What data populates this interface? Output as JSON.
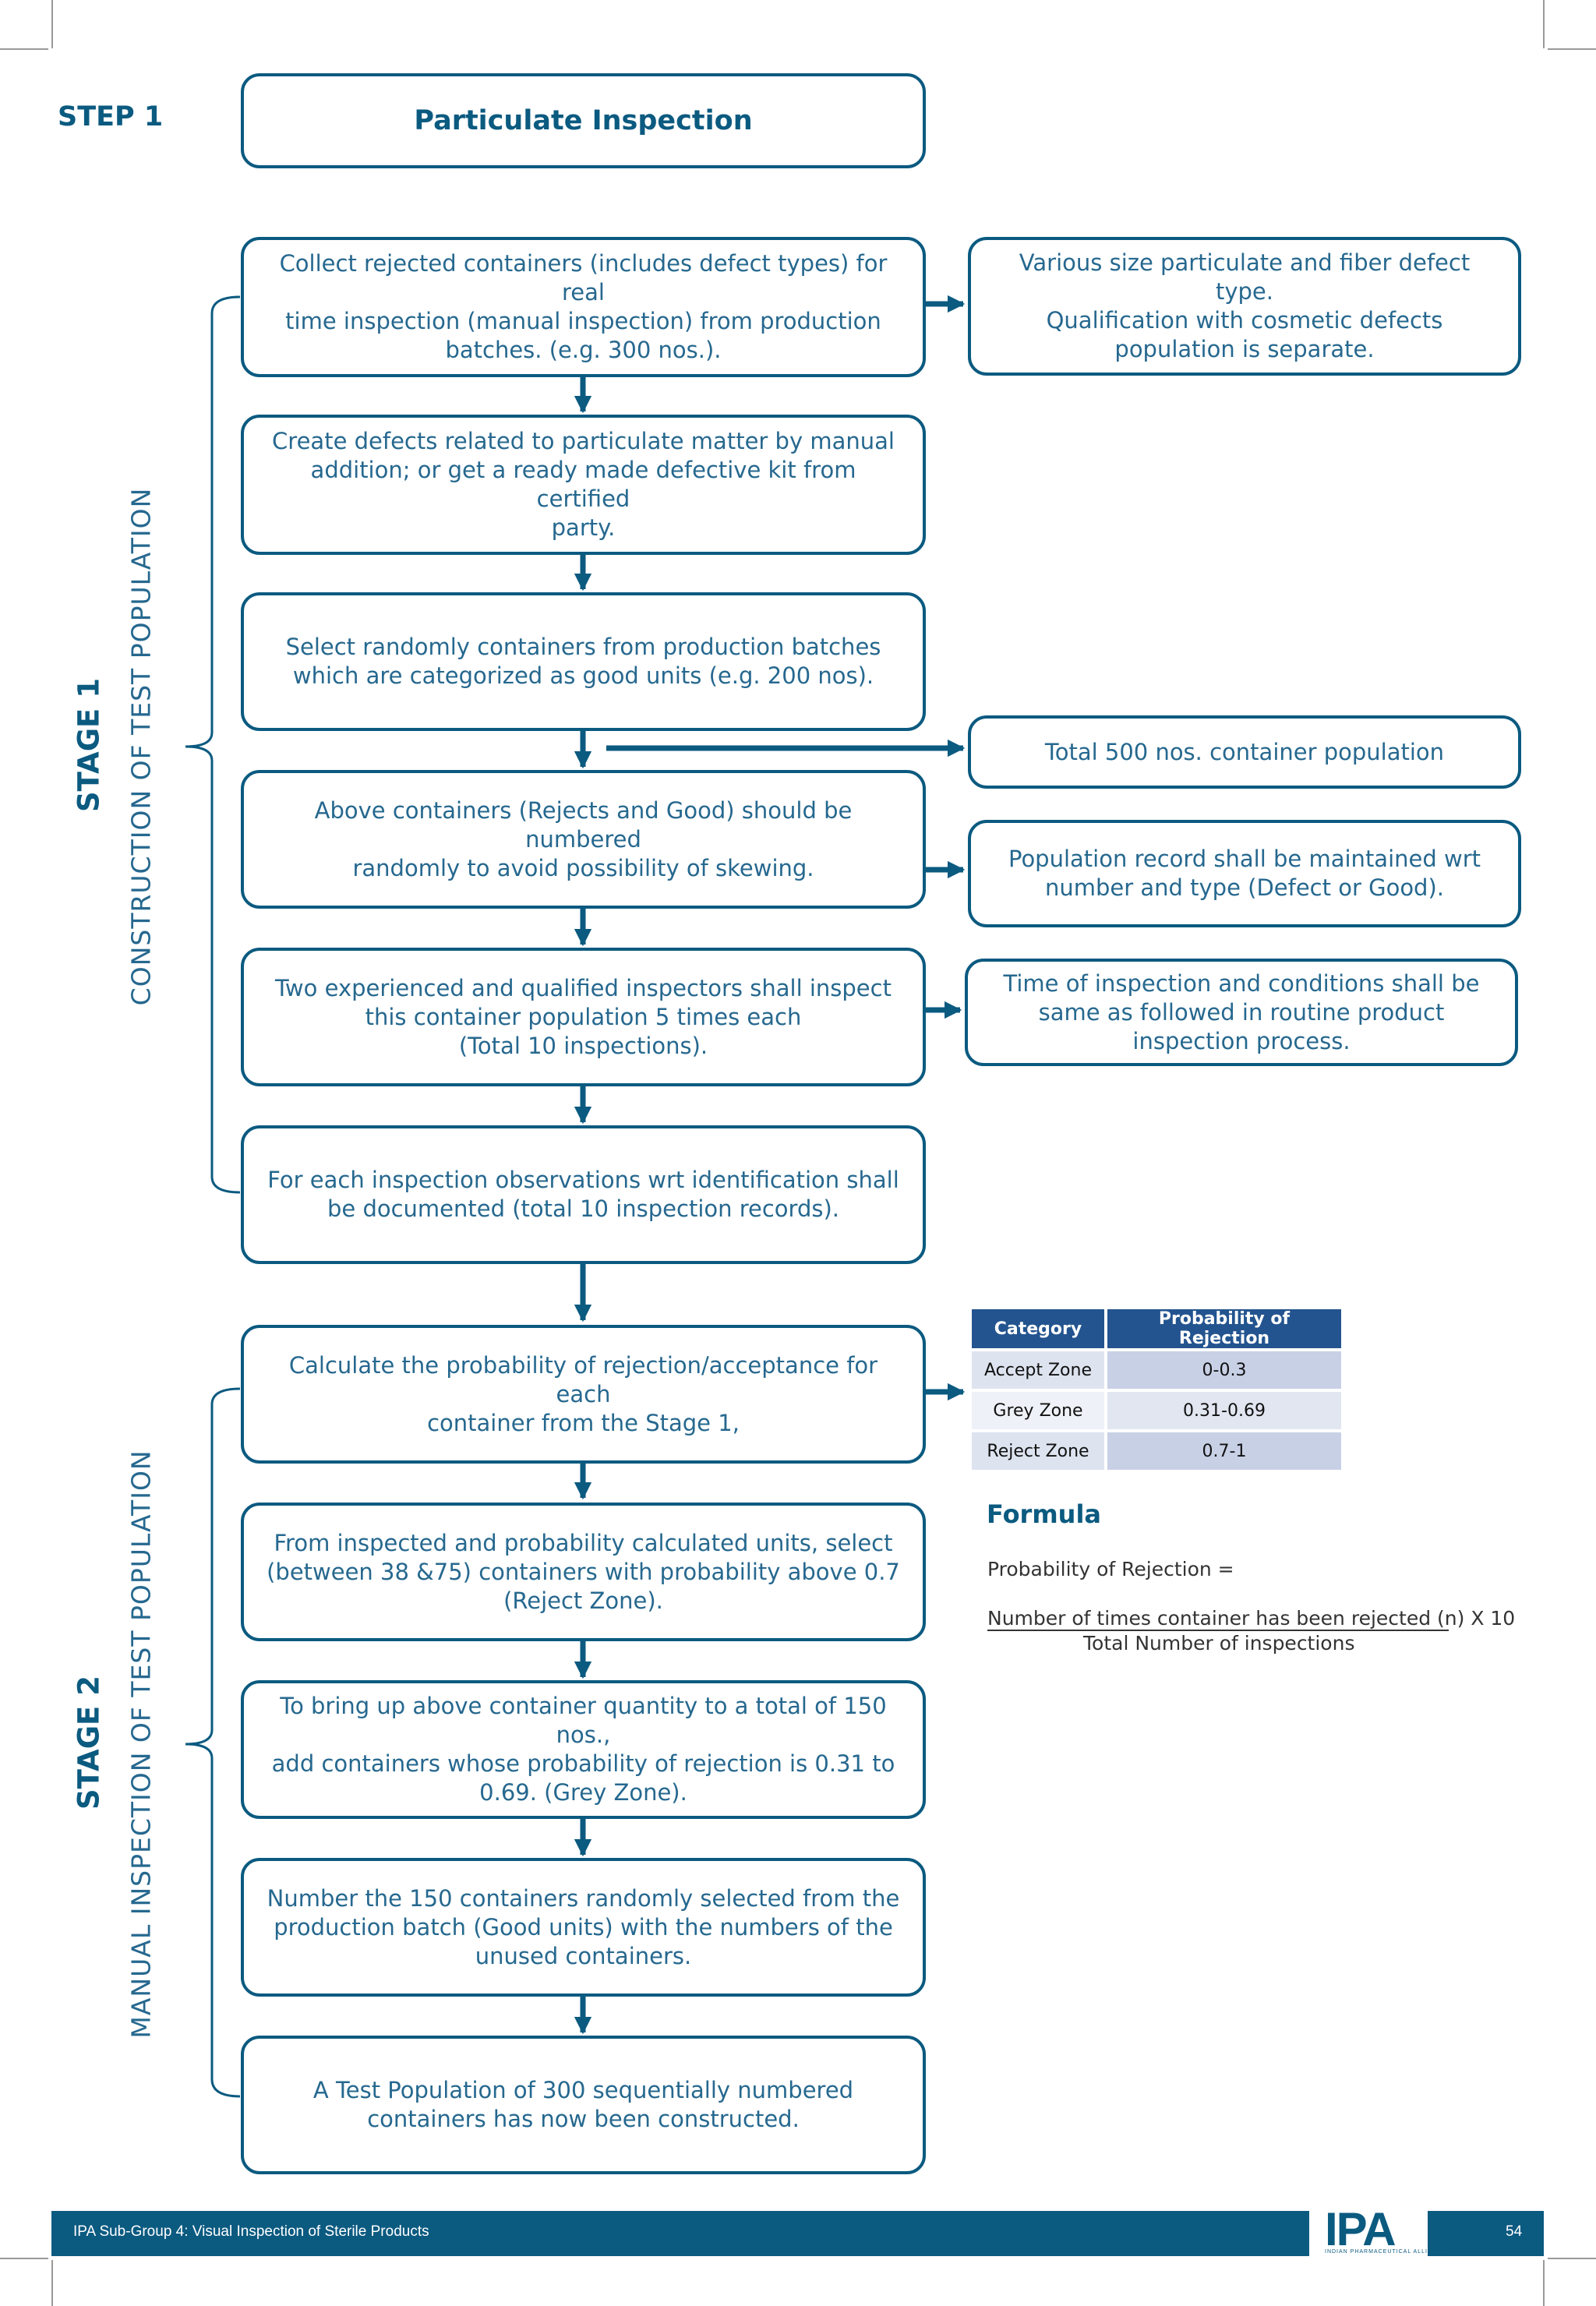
{
  "step": "STEP 1",
  "title": "Particulate Inspection",
  "stage1": {
    "label": "STAGE 1",
    "subtitle": "CONSTRUCTION OF TEST POPULATION"
  },
  "stage2": {
    "label": "STAGE 2",
    "subtitle": "MANUAL INSPECTION OF TEST POPULATION"
  },
  "flow": {
    "s1": "Collect rejected containers (includes defect types) for real\ntime inspection (manual inspection) from production\nbatches. (e.g. 300 nos.).",
    "s2": "Create defects related to particulate matter by manual\naddition; or get a ready made defective kit from certified\nparty.",
    "s3": "Select randomly containers from production batches\nwhich are categorized as good units  (e.g. 200 nos).",
    "s4": "Above containers (Rejects and Good) should be numbered\nrandomly to avoid possibility of skewing.",
    "s5": "Two experienced and qualified inspectors shall inspect\nthis container population 5 times each\n(Total 10 inspections).",
    "s6": "For each inspection observations wrt identification shall\nbe documented (total 10 inspection records).",
    "s7": "Calculate the probability of rejection/acceptance for each\ncontainer from the Stage 1,",
    "s8": "From inspected and probability calculated units, select\n(between 38 &75) containers with probability above 0.7\n(Reject Zone).",
    "s9": "To bring up above container quantity to a total of 150 nos.,\nadd containers whose probability of rejection is 0.31 to\n0.69. (Grey Zone).",
    "s10": "Number the 150 containers randomly selected from the\nproduction batch (Good units) with the numbers of the\nunused containers.",
    "s11": "A Test Population of 300 sequentially numbered\ncontainers has now been constructed."
  },
  "notes": {
    "n1": "Various size particulate and fiber defect type.\nQualification with cosmetic defects\npopulation is separate.",
    "n2": "Total 500 nos. container population",
    "n3": "Population record shall be maintained wrt\nnumber and type (Defect or Good).",
    "n4": "Time of inspection and conditions shall be\nsame as followed in routine product\ninspection process."
  },
  "table": {
    "headers": [
      "Category",
      "Probability of Rejection"
    ],
    "rows": [
      [
        "Accept Zone",
        "0-0.3"
      ],
      [
        "Grey Zone",
        "0.31-0.69"
      ],
      [
        "Reject Zone",
        "0.7-1"
      ]
    ]
  },
  "formula": {
    "title": "Formula",
    "line1": "Probability of Rejection =",
    "numerator": "Number of times container has been rejected (n)",
    "multiplier": " X 10",
    "denominator": "Total Number of inspections"
  },
  "footer": {
    "text": "IPA Sub-Group 4: Visual Inspection of Sterile Products",
    "page": "54",
    "logo": "IPA",
    "logo_tagline": "INDIAN PHARMACEUTICAL ALLIANCE"
  },
  "colors": {
    "primary": "#0b5a80",
    "text": "#26688f",
    "table_header": "#23548f"
  }
}
